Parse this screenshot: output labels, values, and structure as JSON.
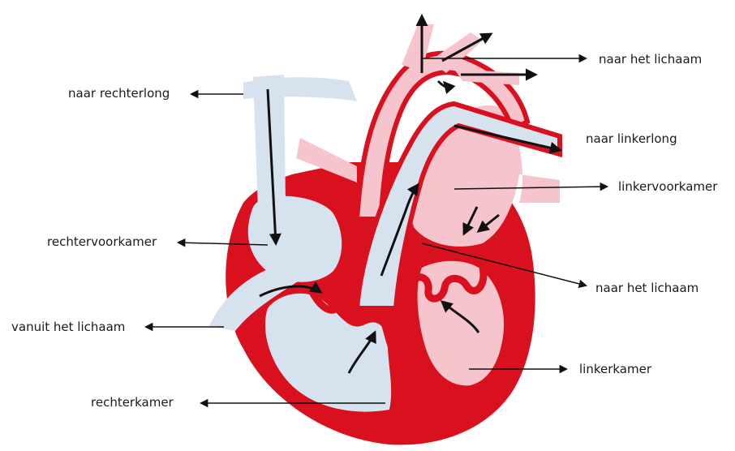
{
  "labels": {
    "naar_het_lichaam_top": "naar het lichaam",
    "naar_rechterlong": "naar rechterlong",
    "naar_linkerlong": "naar linkerlong",
    "linkervoorkamer": "linkervoorkamer",
    "rechtervoorkamer": "rechtervoorkamer",
    "naar_het_lichaam_mid": "naar het lichaam",
    "vanuit_het_lichaam": "vanuit het lichaam",
    "linkerkamer": "linkerkamer",
    "rechterkamer": "rechterkamer"
  },
  "colors": {
    "muscle": "#d9101e",
    "muscle_dark": "#b00c18",
    "oxygen_poor": "#d7e2ef",
    "oxygen_rich": "#f6c4cc",
    "arrow": "#111111"
  }
}
